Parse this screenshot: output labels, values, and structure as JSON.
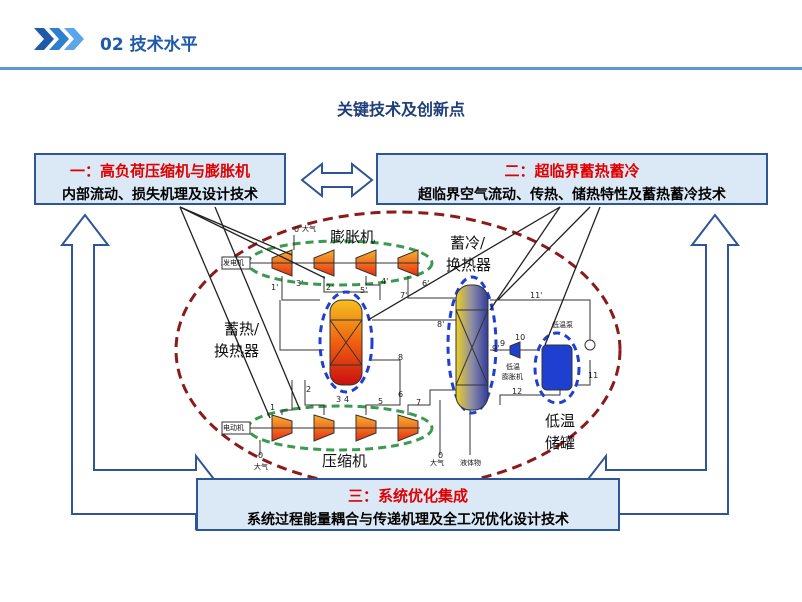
{
  "header": {
    "section_title": "02 技术水平"
  },
  "main_title": "关键技术及创新点",
  "box1": {
    "heading": "一：高负荷压缩机与膨胀机",
    "desc": "内部流动、损失机理及设计技术"
  },
  "box2": {
    "heading": "二：超临界蓄热蓄冷",
    "desc": "超临界空气流动、传热、储热特性及蓄热蓄冷技术"
  },
  "box3": {
    "heading": "三：系统优化集成",
    "desc": "系统过程能量耦合与传递机理及全工况优化设计技术"
  },
  "labels": {
    "expander": "膨胀机",
    "compressor": "压缩机",
    "cold_storage_hx": "蓄冷/换热器",
    "cold_line1": "蓄冷/",
    "cold_line2": "换热器",
    "heat_line1": "蓄热/",
    "heat_line2": "换热器",
    "lowtemp_line1": "低温",
    "lowtemp_line2": "储罐",
    "generator": "发电机",
    "motor": "电动机",
    "atm": "大气",
    "lowtemp_pump": "低温泵",
    "lowtemp_expander_line1": "低温",
    "lowtemp_expander_line2": "膨胀机",
    "liquid": "液体物"
  },
  "nodes": [
    "0",
    "1",
    "1'",
    "2",
    "2'",
    "3",
    "3'",
    "4",
    "4'",
    "5",
    "5'",
    "6",
    "6'",
    "7",
    "7'",
    "8",
    "8'",
    "9",
    "9'",
    "10",
    "11",
    "11'",
    "12"
  ],
  "colors": {
    "accent_blue": "#1f5aa8",
    "box_bg": "#dbe9f7",
    "box_border": "#2e5597",
    "heading_red": "#e00000",
    "dashed_red": "#8b1a1a",
    "dashed_green": "#3a9a50",
    "dashed_blue": "#1f3fd0"
  }
}
